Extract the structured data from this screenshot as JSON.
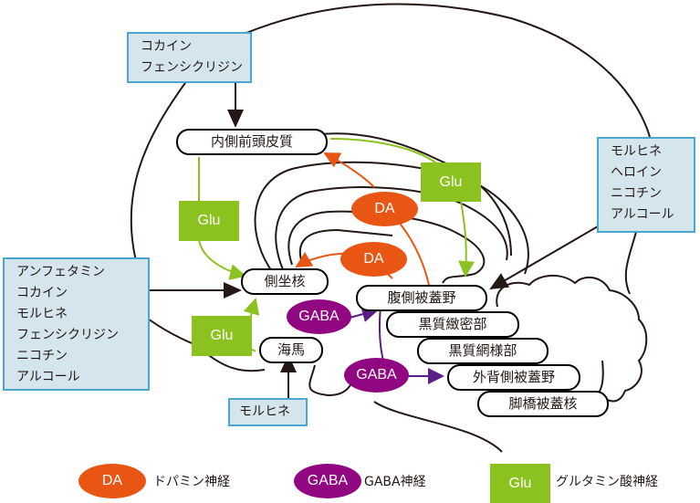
{
  "colors": {
    "dopamine": "#e95513",
    "gaba": "#910782",
    "glutamate": "#8cc21f",
    "drug_box_fill": "#d5e5ee",
    "drug_box_border": "#4aa8d0"
  },
  "drug_boxes": {
    "top": [
      "コカイン",
      "フェンシクリジン"
    ],
    "right": [
      "モルヒネ",
      "ヘロイン",
      "ニコチン",
      "アルコール"
    ],
    "left": [
      "アンフェタミン",
      "コカイン",
      "モルヒネ",
      "フェンシクリジン",
      "ニコチン",
      "アルコール"
    ],
    "bottom": [
      "モルヒネ"
    ]
  },
  "regions": {
    "medial_prefrontal_cortex": "内側前頭皮質",
    "nucleus_accumbens": "側坐核",
    "hippocampus": "海馬",
    "ventral_tegmental_area": "腹側被蓋野",
    "substantia_nigra_compacta": "黒質緻密部",
    "substantia_nigra_reticulata": "黒質網様部",
    "laterodorsal_tegmental_nucleus": "外背側被蓋野",
    "pedunculopontine_tegmental_nucleus": "脚橋被蓋核"
  },
  "neurotransmitters": {
    "da": "DA",
    "gaba": "GABA",
    "glu": "Glu"
  },
  "legend": {
    "da_label": "ドパミン神経",
    "gaba_label": "GABA神経",
    "glu_label": "グルタミン酸神経"
  }
}
